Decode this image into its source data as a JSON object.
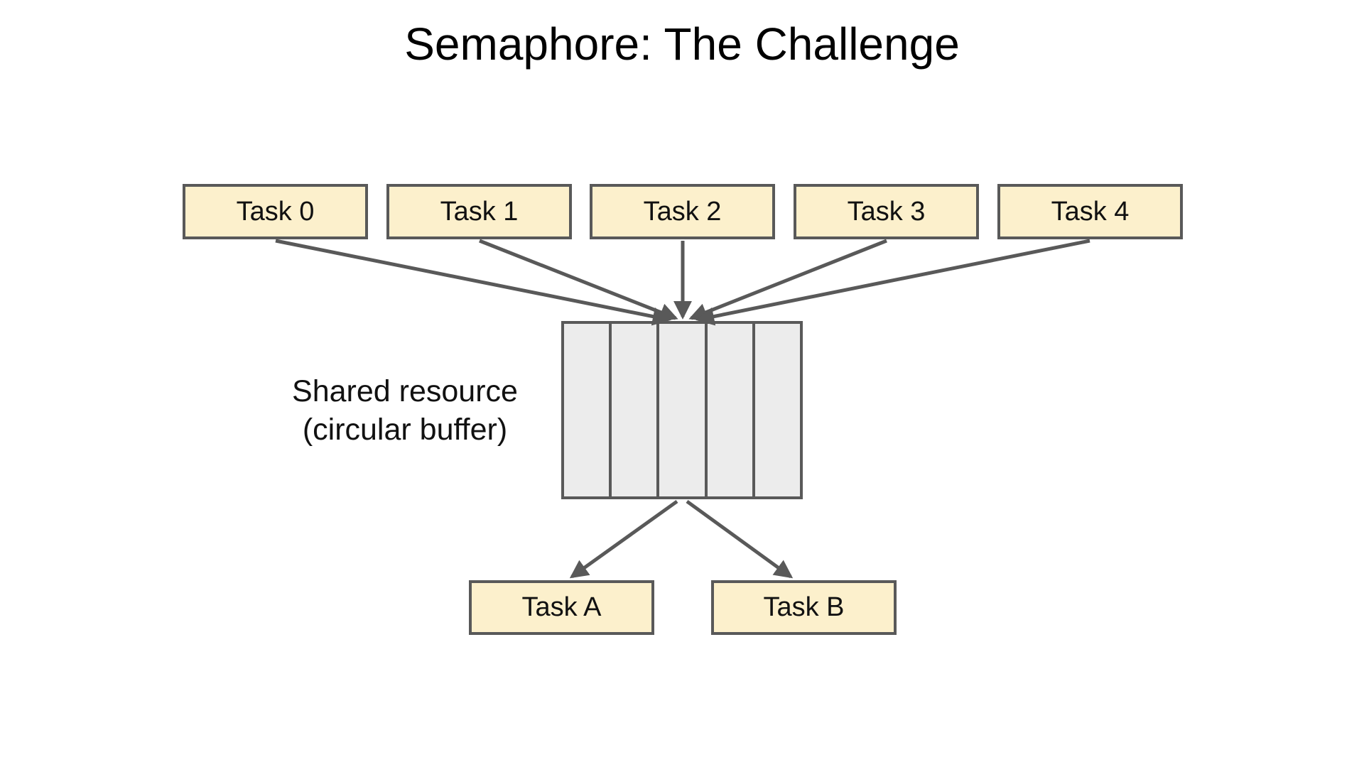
{
  "slide": {
    "title": "Semaphore: The Challenge"
  },
  "diagram": {
    "producers": [
      {
        "label": "Task 0"
      },
      {
        "label": "Task 1"
      },
      {
        "label": "Task 2"
      },
      {
        "label": "Task 3"
      },
      {
        "label": "Task 4"
      }
    ],
    "consumers": [
      {
        "label": "Task A"
      },
      {
        "label": "Task B"
      }
    ],
    "buffer": {
      "cells": 5,
      "label_line1": "Shared resource",
      "label_line2": "(circular buffer)"
    }
  },
  "colors": {
    "background": "#ffffff",
    "title_text": "#000000",
    "label_text": "#111111",
    "box_fill": "#fcf0cc",
    "box_border": "#595959",
    "buffer_fill": "#ececec",
    "buffer_border": "#595959",
    "arrow": "#595959"
  }
}
